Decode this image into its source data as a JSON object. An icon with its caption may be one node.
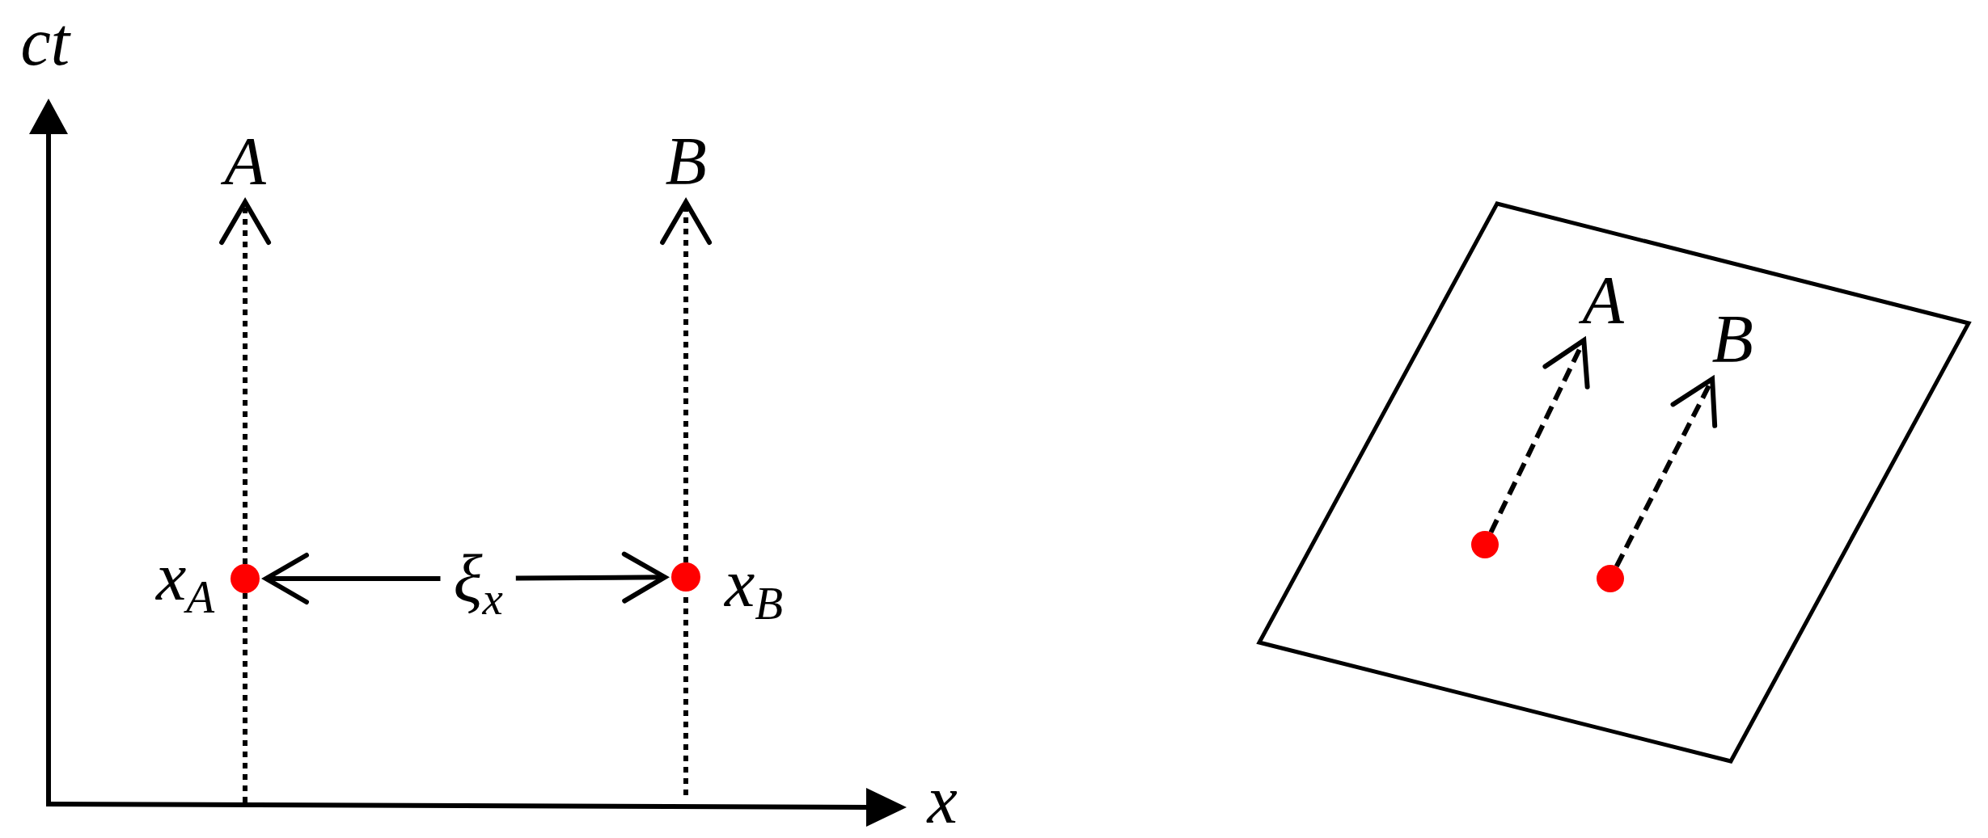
{
  "diagram": {
    "nodes": [
      {
        "text": [
          "A"
        ]
      },
      {
        "text": [
          "B"
        ]
      },
      {
        "text": [],
        "shape": "circle",
        "beside": [
          "x$_{A}$"
        ]
      },
      {
        "text": [
          "ξ$_{x}$"
        ]
      },
      {
        "text": [],
        "shape": "circle",
        "beside": [
          "x$_{B}$"
        ]
      },
      {
        "text": [],
        "shape": "parallelogram"
      },
      {
        "text": [
          "A"
        ],
        "in": 5
      },
      {
        "text": [
          "B"
        ],
        "in": 5
      },
      {
        "text": [],
        "shape": "circle",
        "in": 5
      },
      {
        "text": [],
        "shape": "circle",
        "in": 5
      }
    ],
    "edges": [
      {
        "from": null,
        "to": 2,
        "arrow": "none",
        "style": "dashed"
      },
      {
        "from": 2,
        "to": 0,
        "arrow": "to",
        "style": "dashed"
      },
      {
        "from": null,
        "to": 4,
        "arrow": "none",
        "style": "dashed"
      },
      {
        "from": 4,
        "to": 1,
        "arrow": "to",
        "style": "dashed"
      },
      {
        "from": 3,
        "to": 2,
        "arrow": "to"
      },
      {
        "from": 3,
        "to": 4,
        "arrow": "to"
      },
      {
        "from": 8,
        "to": 6,
        "arrow": "to",
        "style": "dashed"
      },
      {
        "from": 9,
        "to": 7,
        "arrow": "to",
        "style": "dashed"
      }
    ],
    "labels": [
      "ct",
      "x"
    ]
  }
}
